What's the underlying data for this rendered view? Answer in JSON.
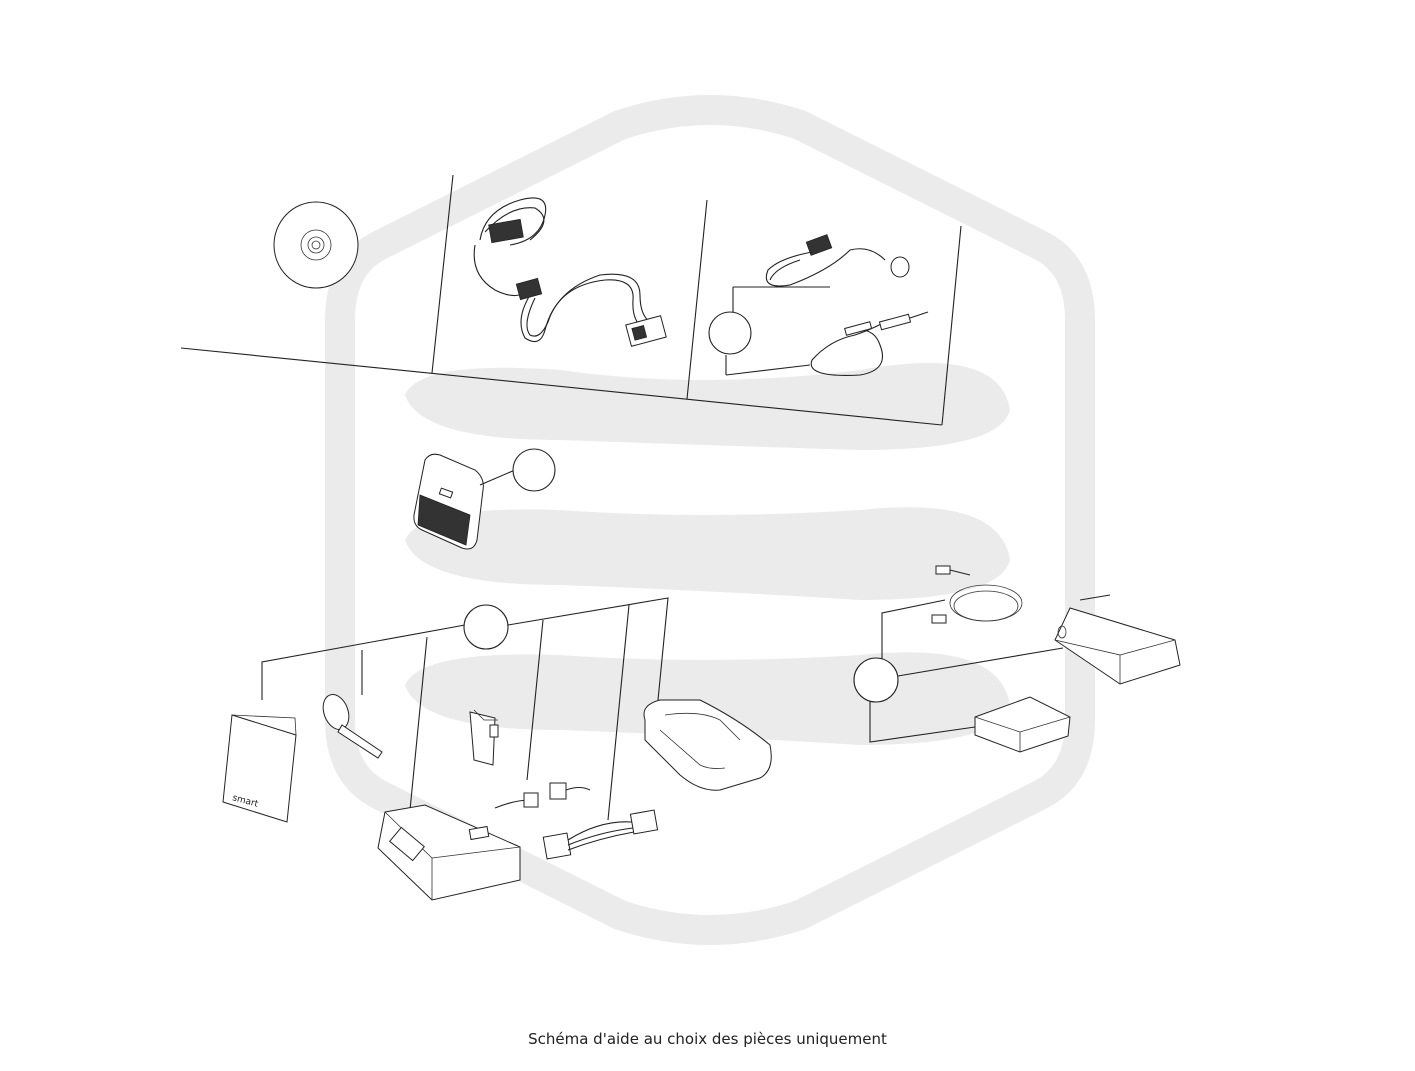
{
  "caption": "Schéma d'aide au choix des pièces uniquement",
  "manual_brand": "smart",
  "colors": {
    "line": "#222222",
    "watermark": "#ebebeb",
    "background": "#ffffff"
  },
  "icons": {
    "watermark": "smart-hexagon-logo-watermark"
  }
}
